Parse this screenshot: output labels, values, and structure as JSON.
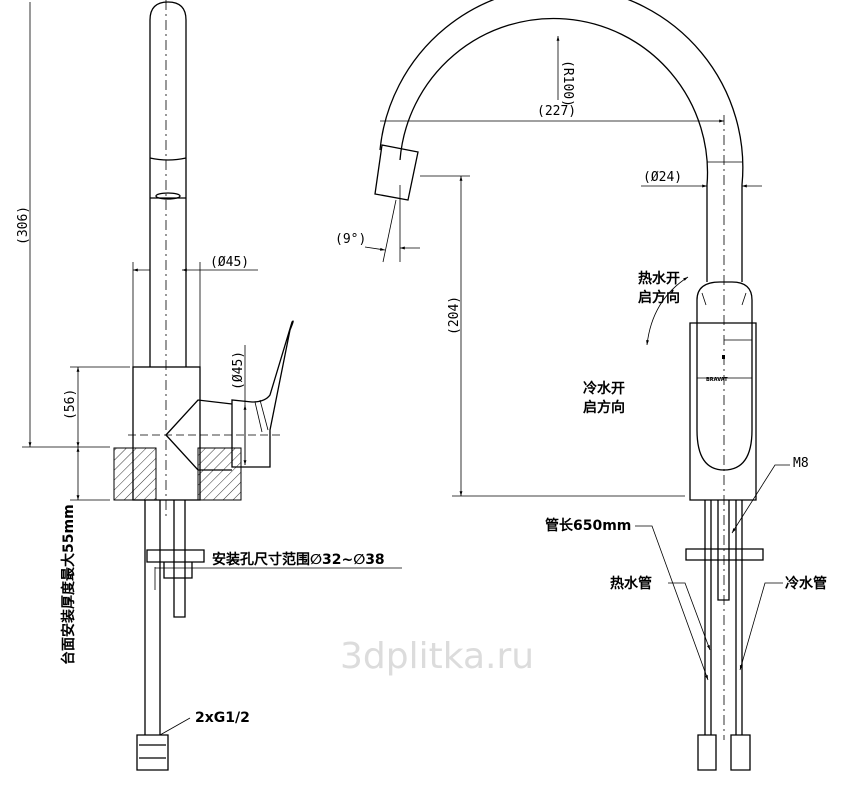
{
  "side_view": {
    "height_dim": "(306)",
    "spout_diameter_dim": "(Ø45)",
    "handle_diameter_dim": "(Ø45)",
    "body_height_dim": "(56)",
    "counter_thickness_note": "台面安装厚度最大55mm",
    "mount_hole_note": "安装孔尺寸范围∅32~∅38",
    "connector_note": "2xG1/2"
  },
  "front_view": {
    "radius_dim": "(R100)",
    "reach_dim": "(227)",
    "tube_diameter_dim": "(Ø24)",
    "spout_angle_dim": "(9°)",
    "clearance_height_dim": "(204)",
    "hot_open_direction": [
      "热水开",
      "启方向"
    ],
    "cold_open_direction": [
      "冷水开",
      "启方向"
    ],
    "stud_label": "M8",
    "hose_length_label": "管长650mm",
    "hot_hose_label": "热水管",
    "cold_hose_label": "冷水管"
  },
  "watermark": "3dplitka.ru"
}
